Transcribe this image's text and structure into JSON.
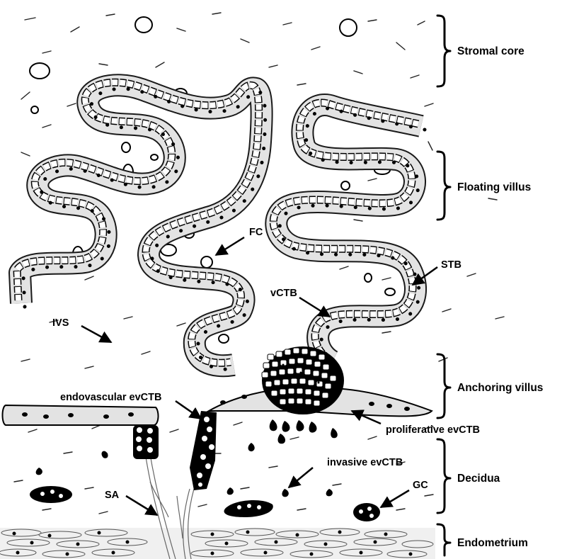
{
  "labels": {
    "stromal_core": "Stromal core",
    "floating_villus": "Floating villus",
    "anchoring_villus": "Anchoring villus",
    "decidua": "Decidua",
    "endometrium": "Endometrium",
    "fc": "FC",
    "stb": "STB",
    "vctb": "vCTB",
    "ivs": "IVS",
    "endovascular_evctb": "endovascular evCTB",
    "proliferative_evctb": "proliferative evCTB",
    "invasive_evctb": "invasive evCTB",
    "sa": "SA",
    "gc": "GC"
  }
}
